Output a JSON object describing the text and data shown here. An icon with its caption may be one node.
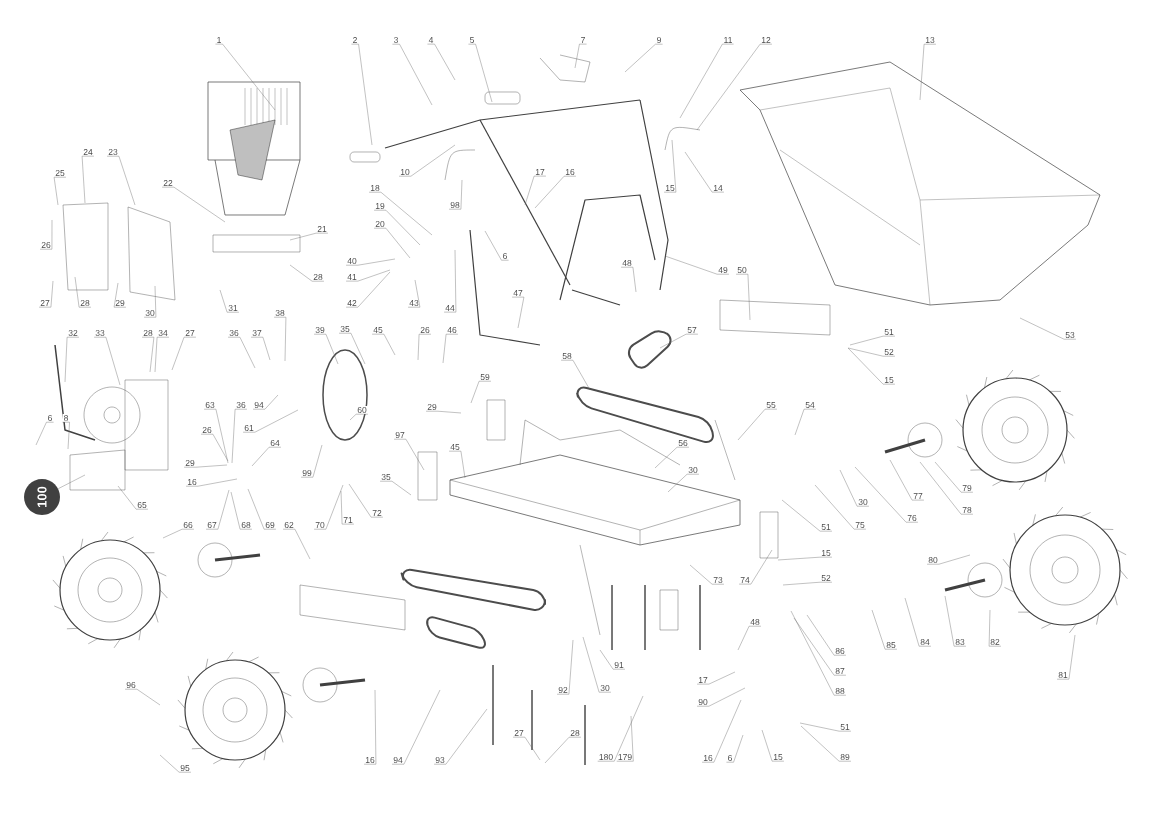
{
  "diagram": {
    "nodes": [
      {
        "text": [
          "1"
        ]
      },
      {
        "text": [
          "2"
        ]
      },
      {
        "text": [
          "3"
        ]
      },
      {
        "text": [
          "4"
        ]
      },
      {
        "text": [
          "5"
        ]
      },
      {
        "text": [
          "7"
        ]
      },
      {
        "text": [
          "9"
        ]
      },
      {
        "text": [
          "11"
        ]
      },
      {
        "text": [
          "12"
        ]
      },
      {
        "text": [
          "13"
        ]
      },
      {
        "text": [
          "24"
        ]
      },
      {
        "text": [
          "23"
        ]
      },
      {
        "text": [
          "25"
        ]
      },
      {
        "text": [
          "10"
        ]
      },
      {
        "text": [
          "17"
        ]
      },
      {
        "text": [
          "16"
        ]
      },
      {
        "text": [
          "22"
        ]
      },
      {
        "text": [
          "18"
        ]
      },
      {
        "text": [
          "15"
        ]
      },
      {
        "text": [
          "14"
        ]
      },
      {
        "text": [
          "98"
        ]
      },
      {
        "text": [
          "19"
        ]
      },
      {
        "text": [
          "20"
        ]
      },
      {
        "text": [
          "21"
        ]
      },
      {
        "text": [
          "26"
        ]
      },
      {
        "text": [
          "6"
        ]
      },
      {
        "text": [
          "40"
        ]
      },
      {
        "text": [
          "48"
        ]
      },
      {
        "text": [
          "49"
        ]
      },
      {
        "text": [
          "50"
        ]
      },
      {
        "text": [
          "41"
        ]
      },
      {
        "text": [
          "28"
        ]
      },
      {
        "text": [
          "47"
        ]
      },
      {
        "text": [
          "27"
        ]
      },
      {
        "text": [
          "28"
        ]
      },
      {
        "text": [
          "29"
        ]
      },
      {
        "text": [
          "42"
        ]
      },
      {
        "text": [
          "43"
        ]
      },
      {
        "text": [
          "44"
        ]
      },
      {
        "text": [
          "31"
        ]
      },
      {
        "text": [
          "30"
        ]
      },
      {
        "text": [
          "38"
        ]
      },
      {
        "text": [
          "39"
        ]
      },
      {
        "text": [
          "35"
        ]
      },
      {
        "text": [
          "45"
        ]
      },
      {
        "text": [
          "26"
        ]
      },
      {
        "text": [
          "46"
        ]
      },
      {
        "text": [
          "57"
        ]
      },
      {
        "text": [
          "51"
        ]
      },
      {
        "text": [
          "32"
        ]
      },
      {
        "text": [
          "33"
        ]
      },
      {
        "text": [
          "28"
        ]
      },
      {
        "text": [
          "34"
        ]
      },
      {
        "text": [
          "27"
        ]
      },
      {
        "text": [
          "36"
        ]
      },
      {
        "text": [
          "37"
        ]
      },
      {
        "text": [
          "53"
        ]
      },
      {
        "text": [
          "52"
        ]
      },
      {
        "text": [
          "58"
        ]
      },
      {
        "text": [
          "59"
        ]
      },
      {
        "text": [
          "15"
        ]
      },
      {
        "text": [
          "63"
        ]
      },
      {
        "text": [
          "36"
        ]
      },
      {
        "text": [
          "94"
        ]
      },
      {
        "text": [
          "55"
        ]
      },
      {
        "text": [
          "54"
        ]
      },
      {
        "text": [
          "29"
        ]
      },
      {
        "text": [
          "60"
        ]
      },
      {
        "text": [
          "6"
        ]
      },
      {
        "text": [
          "8"
        ]
      },
      {
        "text": [
          "61"
        ]
      },
      {
        "text": [
          "26"
        ]
      },
      {
        "text": [
          "97"
        ]
      },
      {
        "text": [
          "56"
        ]
      },
      {
        "text": [
          "64"
        ]
      },
      {
        "text": [
          "45"
        ]
      },
      {
        "text": [
          "29"
        ]
      },
      {
        "text": [
          "30"
        ]
      },
      {
        "text": [
          "99"
        ]
      },
      {
        "text": [
          "35"
        ]
      },
      {
        "text": [
          "16"
        ]
      },
      {
        "text": [
          "79"
        ]
      },
      {
        "text": [
          "77"
        ]
      },
      {
        "text": [
          "100"
        ]
      },
      {
        "text": [
          "30"
        ]
      },
      {
        "text": [
          "65"
        ]
      },
      {
        "text": [
          "78"
        ]
      },
      {
        "text": [
          "72"
        ]
      },
      {
        "text": [
          "76"
        ]
      },
      {
        "text": [
          "71"
        ]
      },
      {
        "text": [
          "66"
        ]
      },
      {
        "text": [
          "67"
        ]
      },
      {
        "text": [
          "68"
        ]
      },
      {
        "text": [
          "69"
        ]
      },
      {
        "text": [
          "62"
        ]
      },
      {
        "text": [
          "70"
        ]
      },
      {
        "text": [
          "75"
        ]
      },
      {
        "text": [
          "51"
        ]
      },
      {
        "text": [
          "15"
        ]
      },
      {
        "text": [
          "80"
        ]
      },
      {
        "text": [
          "52"
        ]
      },
      {
        "text": [
          "73"
        ]
      },
      {
        "text": [
          "74"
        ]
      },
      {
        "text": [
          "48"
        ]
      },
      {
        "text": [
          "82"
        ]
      },
      {
        "text": [
          "83"
        ]
      },
      {
        "text": [
          "84"
        ]
      },
      {
        "text": [
          "85"
        ]
      },
      {
        "text": [
          "86"
        ]
      },
      {
        "text": [
          "91"
        ]
      },
      {
        "text": [
          "87"
        ]
      },
      {
        "text": [
          "81"
        ]
      },
      {
        "text": [
          "17"
        ]
      },
      {
        "text": [
          "96"
        ]
      },
      {
        "text": [
          "92"
        ]
      },
      {
        "text": [
          "30"
        ]
      },
      {
        "text": [
          "88"
        ]
      },
      {
        "text": [
          "90"
        ]
      },
      {
        "text": [
          "51"
        ]
      },
      {
        "text": [
          "27"
        ]
      },
      {
        "text": [
          "28"
        ]
      },
      {
        "text": [
          "16"
        ]
      },
      {
        "text": [
          "94"
        ]
      },
      {
        "text": [
          "93"
        ]
      },
      {
        "text": [
          "16"
        ]
      },
      {
        "text": [
          "6"
        ]
      },
      {
        "text": [
          "15"
        ]
      },
      {
        "text": [
          "89"
        ]
      },
      {
        "text": [
          "180"
        ]
      },
      {
        "text": [
          "179"
        ]
      },
      {
        "text": [
          "95"
        ]
      }
    ],
    "edges": [
      {
        "from": 0,
        "to": null,
        "arrow": "none"
      },
      {
        "from": 1,
        "to": null,
        "arrow": "none"
      },
      {
        "from": 2,
        "to": null,
        "arrow": "none"
      },
      {
        "from": 3,
        "to": null,
        "arrow": "none"
      },
      {
        "from": 4,
        "to": null,
        "arrow": "none"
      },
      {
        "from": 5,
        "to": null,
        "arrow": "none"
      },
      {
        "from": 6,
        "to": null,
        "arrow": "none"
      },
      {
        "from": 7,
        "to": null,
        "arrow": "none"
      },
      {
        "from": 8,
        "to": null,
        "arrow": "none"
      },
      {
        "from": 9,
        "to": null,
        "arrow": "none"
      },
      {
        "from": 10,
        "to": null,
        "arrow": "none"
      },
      {
        "from": 11,
        "to": null,
        "arrow": "none"
      },
      {
        "from": 12,
        "to": null,
        "arrow": "none"
      },
      {
        "from": 13,
        "to": null,
        "arrow": "none"
      },
      {
        "from": 14,
        "to": null,
        "arrow": "none"
      },
      {
        "from": 15,
        "to": null,
        "arrow": "none"
      },
      {
        "from": 16,
        "to": null,
        "arrow": "none"
      },
      {
        "from": 17,
        "to": null,
        "arrow": "none"
      },
      {
        "from": 18,
        "to": null,
        "arrow": "none"
      },
      {
        "from": 19,
        "to": null,
        "arrow": "none"
      },
      {
        "from": 20,
        "to": null,
        "arrow": "none"
      },
      {
        "from": 21,
        "to": null,
        "arrow": "none"
      },
      {
        "from": 22,
        "to": null,
        "arrow": "none"
      },
      {
        "from": 23,
        "to": null,
        "arrow": "none"
      },
      {
        "from": 24,
        "to": null,
        "arrow": "none"
      },
      {
        "from": 25,
        "to": null,
        "arrow": "none"
      },
      {
        "from": 26,
        "to": null,
        "arrow": "none"
      },
      {
        "from": 27,
        "to": null,
        "arrow": "none"
      },
      {
        "from": 28,
        "to": null,
        "arrow": "none"
      },
      {
        "from": 29,
        "to": null,
        "arrow": "none"
      },
      {
        "from": 30,
        "to": null,
        "arrow": "none"
      },
      {
        "from": 31,
        "to": null,
        "arrow": "none"
      },
      {
        "from": 32,
        "to": null,
        "arrow": "none"
      },
      {
        "from": 33,
        "to": null,
        "arrow": "none"
      },
      {
        "from": 34,
        "to": null,
        "arrow": "none"
      },
      {
        "from": 35,
        "to": null,
        "arrow": "none"
      },
      {
        "from": 36,
        "to": null,
        "arrow": "none"
      },
      {
        "from": 37,
        "to": null,
        "arrow": "none"
      },
      {
        "from": 38,
        "to": null,
        "arrow": "none"
      },
      {
        "from": 39,
        "to": null,
        "arrow": "none"
      },
      {
        "from": 40,
        "to": null,
        "arrow": "none"
      },
      {
        "from": 41,
        "to": null,
        "arrow": "none"
      },
      {
        "from": 42,
        "to": null,
        "arrow": "none"
      },
      {
        "from": 43,
        "to": null,
        "arrow": "none"
      },
      {
        "from": 44,
        "to": null,
        "arrow": "none"
      },
      {
        "from": 45,
        "to": null,
        "arrow": "none"
      },
      {
        "from": 46,
        "to": null,
        "arrow": "none"
      },
      {
        "from": 47,
        "to": null,
        "arrow": "none"
      },
      {
        "from": 48,
        "to": null,
        "arrow": "none"
      },
      {
        "from": 49,
        "to": null,
        "arrow": "none"
      },
      {
        "from": 50,
        "to": null,
        "arrow": "none"
      },
      {
        "from": 51,
        "to": null,
        "arrow": "none"
      },
      {
        "from": 52,
        "to": null,
        "arrow": "none"
      },
      {
        "from": 53,
        "to": null,
        "arrow": "none"
      },
      {
        "from": 54,
        "to": null,
        "arrow": "none"
      },
      {
        "from": 55,
        "to": null,
        "arrow": "none"
      },
      {
        "from": 56,
        "to": null,
        "arrow": "none"
      },
      {
        "from": 57,
        "to": null,
        "arrow": "none"
      },
      {
        "from": 58,
        "to": null,
        "arrow": "none"
      },
      {
        "from": 59,
        "to": null,
        "arrow": "none"
      },
      {
        "from": 60,
        "to": null,
        "arrow": "none"
      },
      {
        "from": 61,
        "to": null,
        "arrow": "none"
      },
      {
        "from": 62,
        "to": null,
        "arrow": "none"
      },
      {
        "from": 63,
        "to": null,
        "arrow": "none"
      },
      {
        "from": 64,
        "to": null,
        "arrow": "none"
      },
      {
        "from": 65,
        "to": null,
        "arrow": "none"
      },
      {
        "from": 66,
        "to": null,
        "arrow": "none"
      },
      {
        "from": 67,
        "to": null,
        "arrow": "none"
      },
      {
        "from": 68,
        "to": null,
        "arrow": "none"
      },
      {
        "from": 69,
        "to": null,
        "arrow": "none"
      },
      {
        "from": 70,
        "to": null,
        "arrow": "none"
      },
      {
        "from": 71,
        "to": null,
        "arrow": "none"
      },
      {
        "from": 72,
        "to": null,
        "arrow": "none"
      },
      {
        "from": 73,
        "to": null,
        "arrow": "none"
      },
      {
        "from": 74,
        "to": null,
        "arrow": "none"
      },
      {
        "from": 75,
        "to": null,
        "arrow": "none"
      },
      {
        "from": 76,
        "to": null,
        "arrow": "none"
      },
      {
        "from": 77,
        "to": null,
        "arrow": "none"
      },
      {
        "from": 78,
        "to": null,
        "arrow": "none"
      },
      {
        "from": 79,
        "to": null,
        "arrow": "none"
      },
      {
        "from": 80,
        "to": null,
        "arrow": "none"
      },
      {
        "from": 81,
        "to": null,
        "arrow": "none"
      },
      {
        "from": 82,
        "to": null,
        "arrow": "none"
      },
      {
        "from": 83,
        "to": null,
        "arrow": "none"
      },
      {
        "from": 84,
        "to": null,
        "arrow": "none"
      },
      {
        "from": 85,
        "to": null,
        "arrow": "none"
      },
      {
        "from": 86,
        "to": null,
        "arrow": "none"
      },
      {
        "from": 87,
        "to": null,
        "arrow": "none"
      },
      {
        "from": 88,
        "to": null,
        "arrow": "none"
      },
      {
        "from": 89,
        "to": null,
        "arrow": "none"
      },
      {
        "from": 90,
        "to": null,
        "arrow": "none"
      },
      {
        "from": 91,
        "to": null,
        "arrow": "none"
      },
      {
        "from": 92,
        "to": null,
        "arrow": "none"
      },
      {
        "from": 93,
        "to": null,
        "arrow": "none"
      },
      {
        "from": 94,
        "to": null,
        "arrow": "none"
      },
      {
        "from": 95,
        "to": null,
        "arrow": "none"
      },
      {
        "from": 96,
        "to": null,
        "arrow": "none"
      },
      {
        "from": 97,
        "to": null,
        "arrow": "none"
      },
      {
        "from": 98,
        "to": null,
        "arrow": "none"
      },
      {
        "from": 99,
        "to": null,
        "arrow": "none"
      },
      {
        "from": 100,
        "to": null,
        "arrow": "none"
      },
      {
        "from": 101,
        "to": null,
        "arrow": "none"
      },
      {
        "from": 102,
        "to": null,
        "arrow": "none"
      },
      {
        "from": 103,
        "to": null,
        "arrow": "none"
      },
      {
        "from": 104,
        "to": null,
        "arrow": "none"
      },
      {
        "from": 105,
        "to": null,
        "arrow": "none"
      },
      {
        "from": 106,
        "to": null,
        "arrow": "none"
      },
      {
        "from": 107,
        "to": null,
        "arrow": "none"
      },
      {
        "from": 108,
        "to": null,
        "arrow": "none"
      },
      {
        "from": 109,
        "to": null,
        "arrow": "none"
      },
      {
        "from": 110,
        "to": null,
        "arrow": "none"
      },
      {
        "from": 111,
        "to": null,
        "arrow": "none"
      },
      {
        "from": 112,
        "to": null,
        "arrow": "none"
      },
      {
        "from": 113,
        "to": null,
        "arrow": "none"
      },
      {
        "from": 114,
        "to": null,
        "arrow": "none"
      },
      {
        "from": 115,
        "to": null,
        "arrow": "none"
      },
      {
        "from": 116,
        "to": null,
        "arrow": "none"
      },
      {
        "from": 117,
        "to": null,
        "arrow": "none"
      },
      {
        "from": 118,
        "to": null,
        "arrow": "none"
      },
      {
        "from": 119,
        "to": null,
        "arrow": "none"
      },
      {
        "from": 120,
        "to": null,
        "arrow": "none"
      },
      {
        "from": 121,
        "to": null,
        "arrow": "none"
      },
      {
        "from": 122,
        "to": null,
        "arrow": "none"
      },
      {
        "from": 123,
        "to": null,
        "arrow": "none"
      },
      {
        "from": 124,
        "to": null,
        "arrow": "none"
      },
      {
        "from": 125,
        "to": null,
        "arrow": "none"
      },
      {
        "from": 126,
        "to": null,
        "arrow": "none"
      },
      {
        "from": 127,
        "to": null,
        "arrow": "none"
      },
      {
        "from": 128,
        "to": null,
        "arrow": "none"
      },
      {
        "from": 129,
        "to": null,
        "arrow": "none"
      },
      {
        "from": 130,
        "to": null,
        "arrow": "none"
      }
    ]
  }
}
